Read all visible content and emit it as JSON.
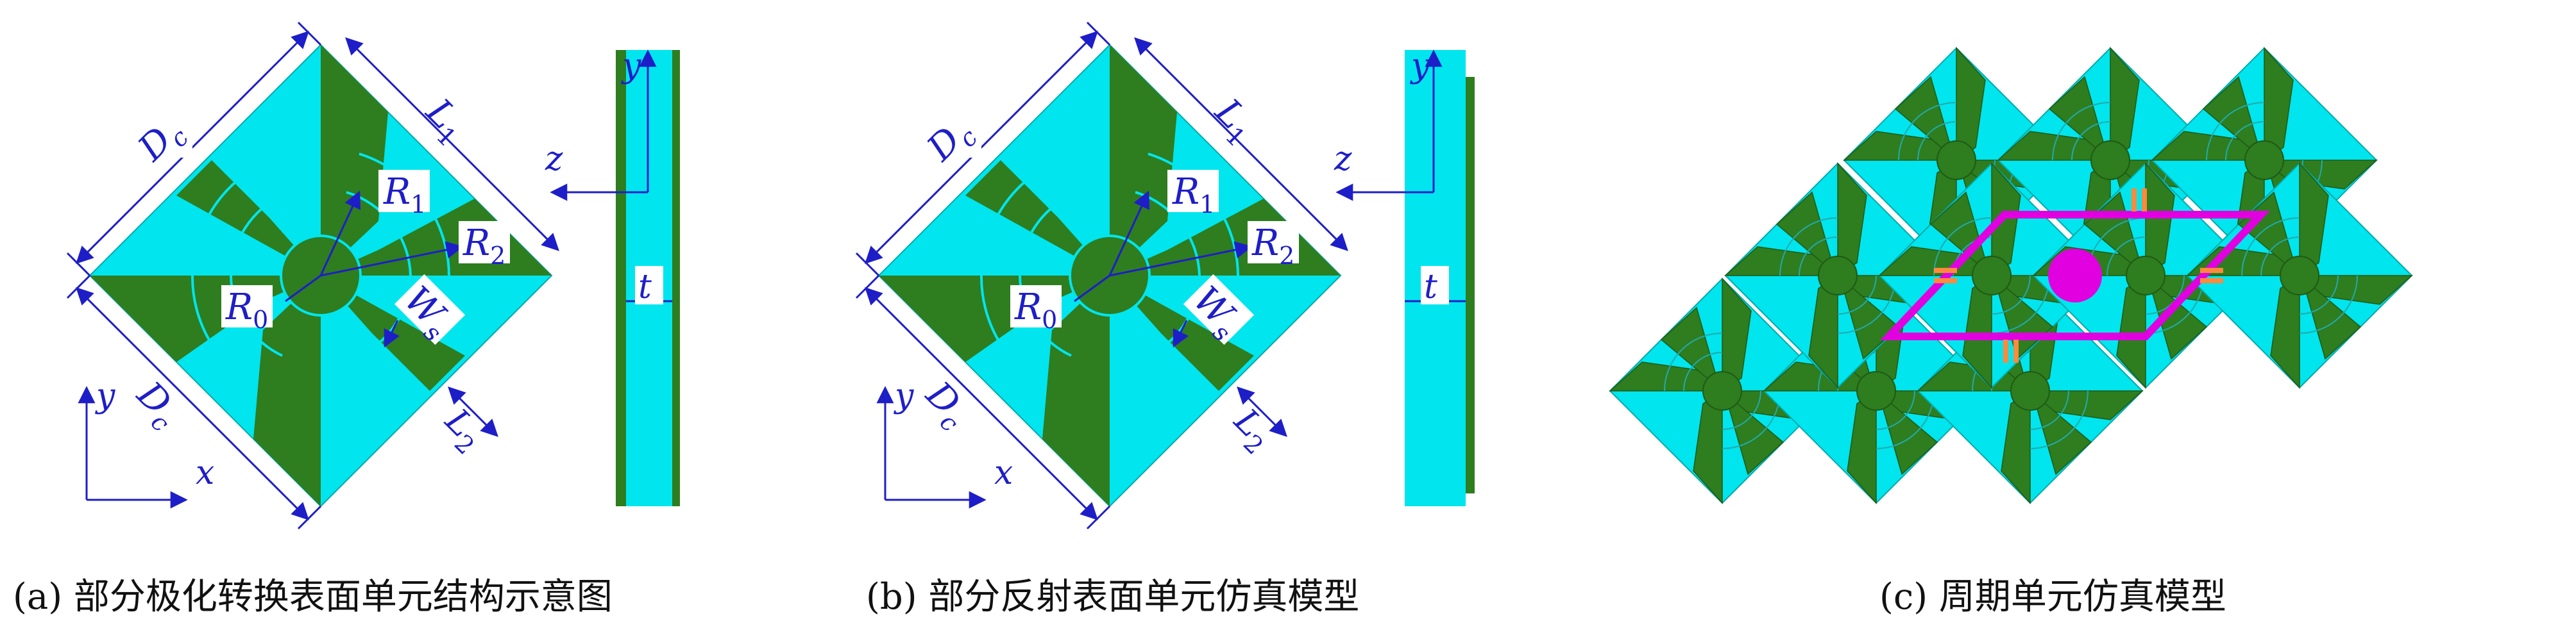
{
  "colors": {
    "green": "#2e7d1f",
    "green_dark": "#1f5a14",
    "cyan": "#00e5ee",
    "blue": "#1e1ec8",
    "magenta": "#e000e0",
    "orange": "#ff8a3d"
  },
  "panel_a": {
    "labels": {
      "Dc_top": "Dc",
      "Dc_bottom": "Dc",
      "L1": "L1",
      "L2": "L2",
      "R0": "R0",
      "R1": "R1",
      "R2": "R2",
      "Ws": "Ws",
      "t": "t",
      "x": "x",
      "y": "y",
      "z": "z",
      "y_side": "y"
    },
    "caption": "(a) 部分极化转换表面单元结构示意图"
  },
  "panel_b": {
    "labels": {
      "Dc_top": "Dc",
      "Dc_bottom": "Dc",
      "L1": "L1",
      "L2": "L2",
      "R0": "R0",
      "R1": "R1",
      "R2": "R2",
      "Ws": "Ws",
      "t": "t",
      "x": "x",
      "y": "y",
      "z": "z",
      "y_side": "y"
    },
    "caption": "(b) 部分反射表面单元仿真模型"
  },
  "panel_c": {
    "caption": "(c) 周期单元仿真模型"
  }
}
